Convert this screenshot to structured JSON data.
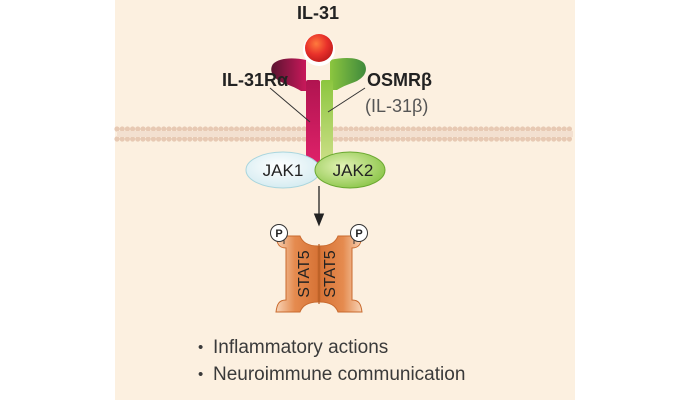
{
  "ligand_label": "IL-31",
  "receptor_alpha_label": "IL-31Rα",
  "receptor_beta_label": "OSMRβ",
  "receptor_beta_alias": "(IL-31β)",
  "jak1_label": "JAK1",
  "jak2_label": "JAK2",
  "stat_left_label": "STAT5",
  "stat_right_label": "STAT5",
  "phospho_left_label": "P",
  "phospho_right_label": "P",
  "outcomes": [
    "Inflammatory actions",
    "Neuroimmune communication"
  ],
  "colors": {
    "background_panel": "#fcf0e0",
    "ligand": "#e8302a",
    "receptor_alpha": "#c8185a",
    "receptor_beta": "#8cc63f",
    "jak1": "#d9eef2",
    "jak2": "#8cc63f",
    "stat5": "#e58b4f",
    "membrane": "#e7c9b3"
  }
}
